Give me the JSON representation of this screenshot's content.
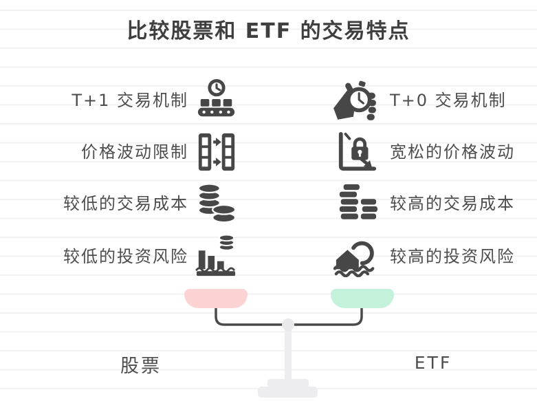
{
  "title": "比较股票和 ETF 的交易特点",
  "left_column": {
    "footer_label": "股票",
    "pan_color": "#fbd3d3",
    "items": [
      {
        "label": "T+1 交易机制",
        "icon": "clock-conveyor-icon"
      },
      {
        "label": "价格波动限制",
        "icon": "column-transfer-icon"
      },
      {
        "label": "较低的交易成本",
        "icon": "coin-stacks-icon"
      },
      {
        "label": "较低的投资风险",
        "icon": "declining-bars-coins-icon"
      }
    ]
  },
  "right_column": {
    "footer_label": "ETF",
    "pan_color": "#c3f1d9",
    "items": [
      {
        "label": "T+0 交易机制",
        "icon": "hand-stopwatch-icon"
      },
      {
        "label": "宽松的价格波动",
        "icon": "lock-decline-chart-icon"
      },
      {
        "label": "较高的交易成本",
        "icon": "flat-coin-stacks-icon"
      },
      {
        "label": "较高的投资风险",
        "icon": "house-flood-wave-icon"
      }
    ]
  },
  "colors": {
    "ink": "#474747",
    "beam": "#4a4a4a",
    "stand": "#ededf0",
    "ruled_line": "#f2f2f5",
    "left_pan": "#fbd3d3",
    "right_pan": "#c3f1d9"
  }
}
